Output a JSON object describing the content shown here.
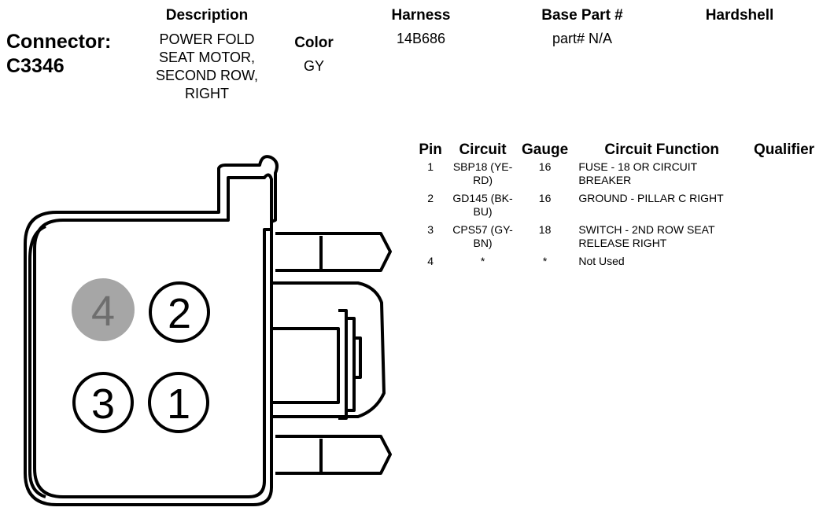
{
  "header": {
    "connector_label": "Connector:",
    "connector_id": "C3346",
    "description_heading": "Description",
    "description_lines": [
      "POWER FOLD",
      "SEAT MOTOR,",
      "SECOND ROW,",
      "RIGHT"
    ],
    "color_heading": "Color",
    "color_value": "GY",
    "harness_heading": "Harness",
    "harness_value": "14B686",
    "base_part_heading": "Base Part #",
    "base_part_value": "part# N/A",
    "hardshell_heading": "Hardshell"
  },
  "table": {
    "headers": {
      "pin": "Pin",
      "circuit": "Circuit",
      "gauge": "Gauge",
      "function": "Circuit Function",
      "qualifier": "Qualifier"
    },
    "rows": [
      {
        "pin": "1",
        "circuit": [
          "SBP18 (YE-",
          "RD)"
        ],
        "gauge": "16",
        "function": [
          "FUSE - 18 OR CIRCUIT",
          "BREAKER"
        ],
        "qualifier": ""
      },
      {
        "pin": "2",
        "circuit": [
          "GD145 (BK-",
          "BU)"
        ],
        "gauge": "16",
        "function": [
          "GROUND - PILLAR C RIGHT"
        ],
        "qualifier": ""
      },
      {
        "pin": "3",
        "circuit": [
          "CPS57 (GY-",
          "BN)"
        ],
        "gauge": "18",
        "function": [
          "SWITCH - 2ND ROW SEAT",
          "RELEASE RIGHT"
        ],
        "qualifier": ""
      },
      {
        "pin": "4",
        "circuit": [
          "*"
        ],
        "gauge": "*",
        "function": [
          "Not Used"
        ],
        "qualifier": ""
      }
    ]
  },
  "diagram": {
    "cavities": [
      {
        "label": "4",
        "state": "unused"
      },
      {
        "label": "2",
        "state": "used"
      },
      {
        "label": "3",
        "state": "used"
      },
      {
        "label": "1",
        "state": "used"
      }
    ],
    "colors": {
      "line": "#000000",
      "unused_fill": "#a6a6a6",
      "unused_text": "#6e6e6e",
      "used_fill": "#ffffff"
    }
  }
}
